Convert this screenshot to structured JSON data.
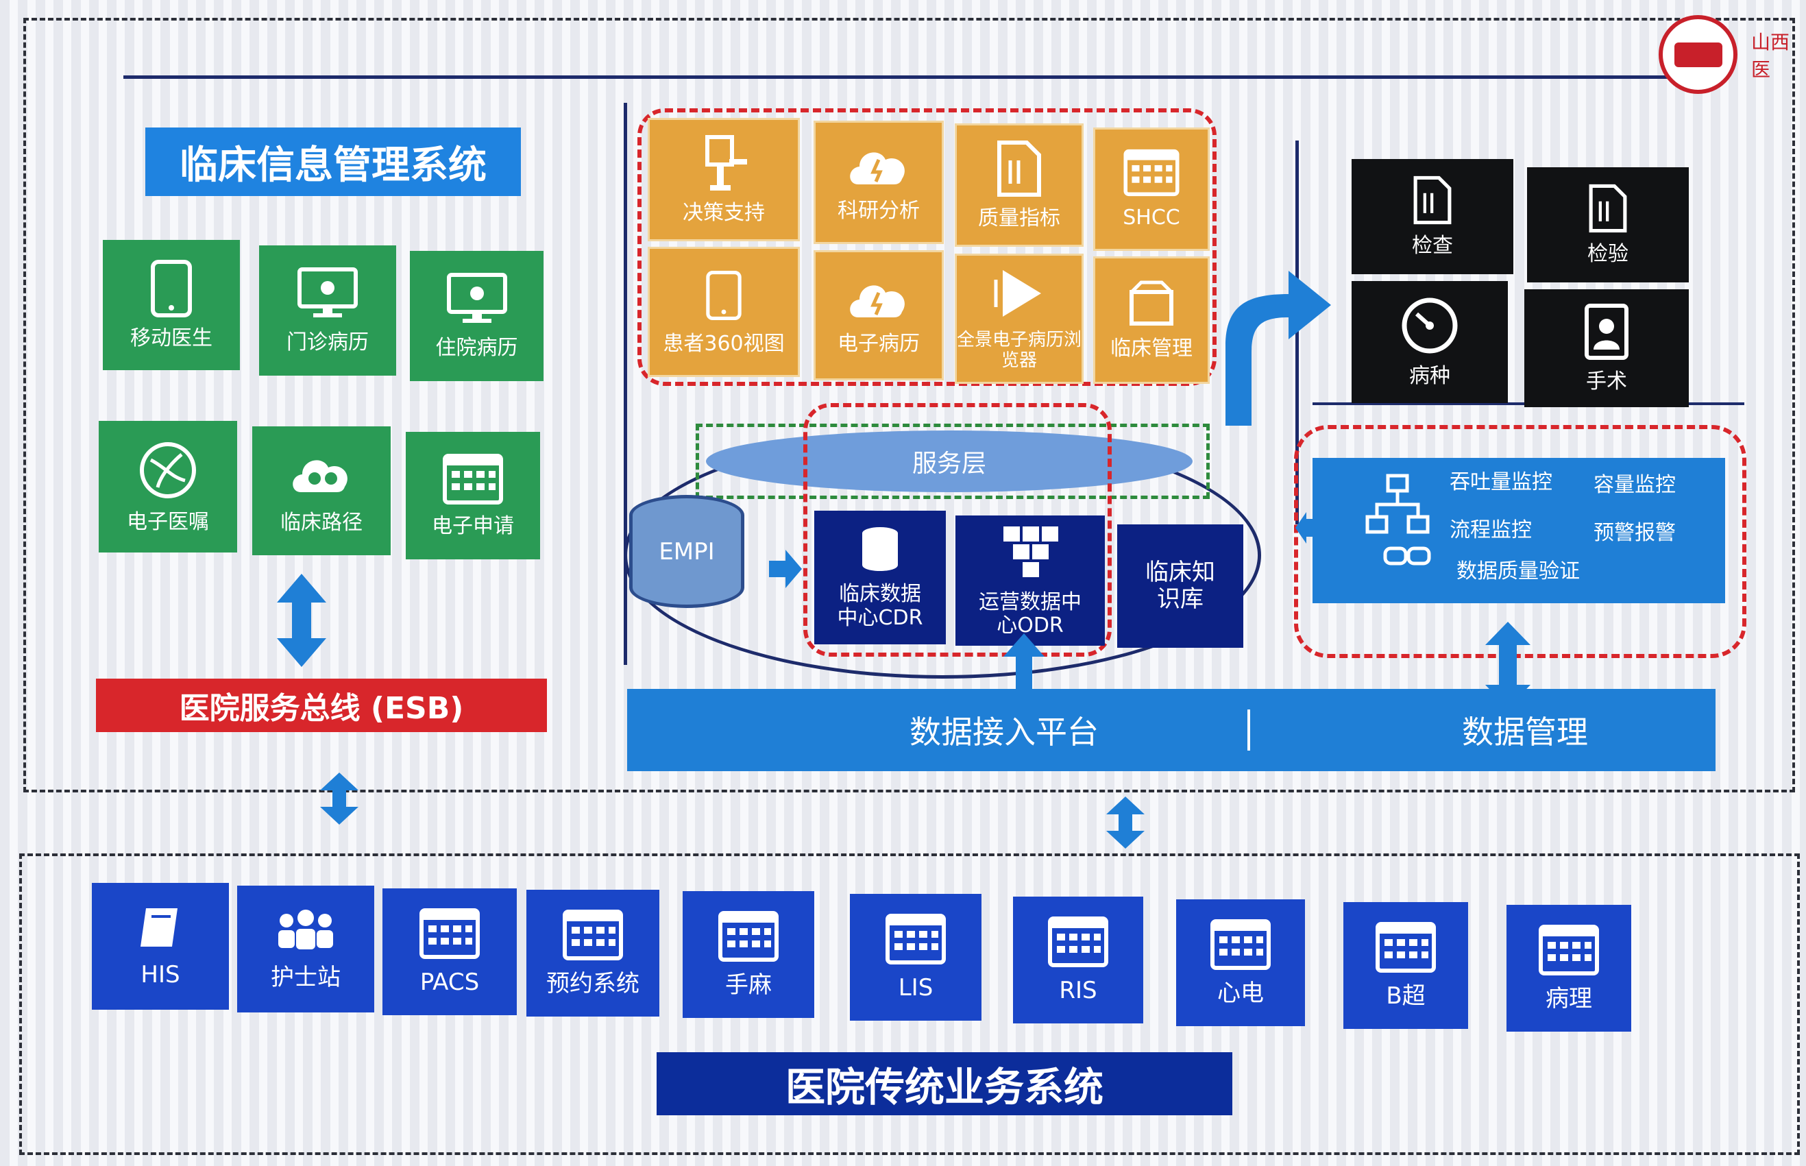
{
  "clinical_system": {
    "title": "临床信息管理系统",
    "tiles": [
      {
        "label": "移动医生",
        "icon": "tablet-icon"
      },
      {
        "label": "门诊病历",
        "icon": "monitor-icon"
      },
      {
        "label": "住院病历",
        "icon": "monitor-icon"
      },
      {
        "label": "电子医嘱",
        "icon": "globe-icon"
      },
      {
        "label": "临床路径",
        "icon": "cloud-gear-icon"
      },
      {
        "label": "电子申请",
        "icon": "calendar-icon"
      }
    ],
    "esb_label": "医院服务总线 (ESB)"
  },
  "applications": {
    "tiles": [
      {
        "label": "决策支持",
        "icon": "robot-icon"
      },
      {
        "label": "科研分析",
        "icon": "cloud-icon"
      },
      {
        "label": "质量指标",
        "icon": "document-icon"
      },
      {
        "label": "SHCC",
        "icon": "calendar-icon"
      },
      {
        "label": "患者360视图",
        "icon": "tablet-icon"
      },
      {
        "label": "电子病历",
        "icon": "cloud-icon"
      },
      {
        "label": "全景电子病历浏览器",
        "icon": "play-icon"
      },
      {
        "label": "临床管理",
        "icon": "box-icon"
      }
    ]
  },
  "data_center": {
    "service_layer": "服务层",
    "empi": "EMPI",
    "cdr": "临床数据中心CDR",
    "codr": "运营数据中心ODR",
    "knowledge": "临床知识库"
  },
  "right_panel": {
    "tiles": [
      {
        "label": "检查",
        "icon": "document-icon"
      },
      {
        "label": "检验",
        "icon": "document-icon"
      },
      {
        "label": "病种",
        "icon": "gauge-icon"
      },
      {
        "label": "手术",
        "icon": "person-card-icon"
      }
    ],
    "monitor_items": [
      "吞吐量监控",
      "容量监控",
      "流程监控",
      "预警报警",
      "数据质量验证"
    ]
  },
  "platform": {
    "ingest_label": "数据接入平台",
    "manage_label": "数据管理"
  },
  "legacy": {
    "systems": [
      {
        "label": "HIS",
        "icon": "book-icon"
      },
      {
        "label": "护士站",
        "icon": "people-icon"
      },
      {
        "label": "PACS",
        "icon": "calendar-icon"
      },
      {
        "label": "预约系统",
        "icon": "calendar-icon"
      },
      {
        "label": "手麻",
        "icon": "calendar-icon"
      },
      {
        "label": "LIS",
        "icon": "calendar-icon"
      },
      {
        "label": "RIS",
        "icon": "calendar-icon"
      },
      {
        "label": "心电",
        "icon": "calendar-icon"
      },
      {
        "label": "B超",
        "icon": "calendar-icon"
      },
      {
        "label": "病理",
        "icon": "calendar-icon"
      }
    ],
    "title": "医院传统业务系统"
  },
  "logo": {
    "text": "山西医"
  },
  "colors": {
    "green": "#2a9b55",
    "orange": "#e4a33d",
    "blue": "#1a46c8",
    "navy": "#0c2183",
    "red": "#d8262b",
    "sky": "#1f7fd6"
  }
}
